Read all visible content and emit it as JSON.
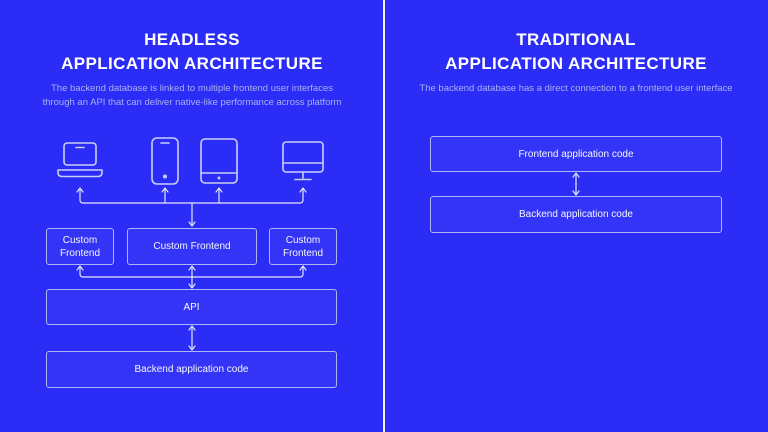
{
  "theme": {
    "background": "#2b2cf5",
    "divider": "#f2f2f2",
    "title_color": "#ffffff",
    "subtitle_color": "#a9b0f4",
    "box_border": "#adb5f7",
    "box_text": "#f5f6ff",
    "line_color": "#e2e6fc",
    "icon_color": "#c9cffa"
  },
  "left": {
    "title1": "HEADLESS",
    "title2": "APPLICATION ARCHITECTURE",
    "subtitle1": "The backend database is linked to multiple frontend user interfaces",
    "subtitle2": "through an API that can deliver native-like performance across platform",
    "devices": [
      "laptop",
      "smartphone",
      "tablet",
      "desktop-monitor"
    ],
    "boxes": {
      "custom_left": "Custom Frontend",
      "custom_middle": "Custom Frontend",
      "custom_right": "Custom Frontend",
      "api": "API",
      "backend": "Backend application code"
    }
  },
  "right": {
    "title1": "TRADITIONAL",
    "title2": "APPLICATION ARCHITECTURE",
    "subtitle1": "The backend database has a direct connection to a frontend user interface",
    "boxes": {
      "frontend": "Frontend application code",
      "backend": "Backend application code"
    }
  }
}
